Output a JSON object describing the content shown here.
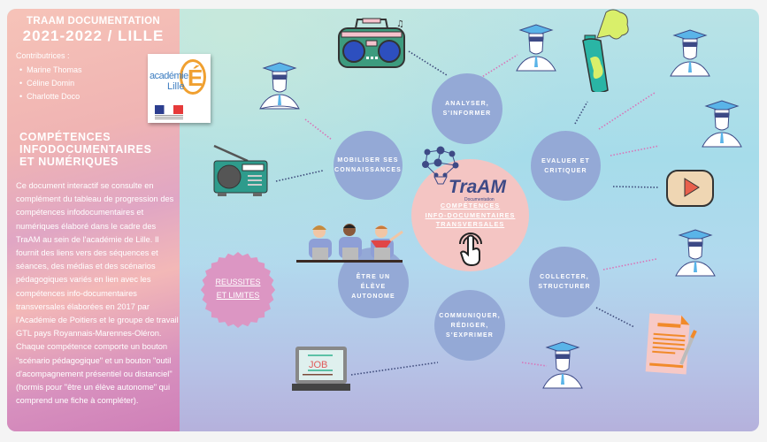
{
  "sidebar": {
    "title_line1": "TRAAM DOCUMENTATION",
    "title_line2": "2021-2022 / LILLE",
    "contributors_label": "Contributrices :",
    "contributors": [
      "Marine Thomas",
      "Céline Domin",
      "Charlotte Doco"
    ],
    "section_title_line1": "COMPÉTENCES",
    "section_title_line2": "INFODOCUMENTAIRES",
    "section_title_line3": "ET NUMÉRIQUES",
    "description": "Ce document interactif se consulte en complément du tableau de progression des compétences infodocumentaires et numériques élaboré dans le cadre des TraAM au sein de l'académie de Lille. Il fournit des liens vers des séquences et séances, des médias et des scénarios pédagogiques variés en lien avec les compétences info-documentaires transversales élaborées en 2017 par l'Académie de Poitiers et le groupe de travail GTL pays Royannais-Marennes-Oléron. Chaque compétence comporte un bouton \"scénario pédagogique\" et un bouton \"outil d'acompagnement présentiel ou distanciel\" (hormis pour \"être un élève autonome\" qui comprend une fiche à compléter).",
    "logo": {
      "line1": "académie",
      "line2": "Lille",
      "letter": "É"
    }
  },
  "center": {
    "brand": "TraAM",
    "brand_sub": "Documentation",
    "line1": "COMPÉTENCES",
    "line2": "INFO-DOCUMENTAIRES",
    "line3": "TRANSVERSALES"
  },
  "nodes": {
    "analyser": [
      "ANALYSER,",
      "S'INFORMER"
    ],
    "mobiliser": [
      "MOBILISER SES",
      "CONNAISSANCES"
    ],
    "evaluer": [
      "EVALUER ET",
      "CRITIQUER"
    ],
    "collecter": [
      "COLLECTER,",
      "STRUCTURER"
    ],
    "communiquer": [
      "COMMUNIQUER,",
      "RÉDIGER,",
      "S'EXPRIMER"
    ],
    "autonome": [
      "ÊTRE UN",
      "ÉLÈVE",
      "AUTONOME"
    ]
  },
  "badge": {
    "line1": "REUSSITES",
    "line2": "ET LIMITES"
  },
  "laptop": {
    "screen_text": "JOB"
  },
  "colors": {
    "node": "#94a9d6",
    "center": "#f4c5c3",
    "badge": "#dc96c3",
    "link_pink": "#d875b8",
    "link_navy": "#3d4a7a"
  }
}
